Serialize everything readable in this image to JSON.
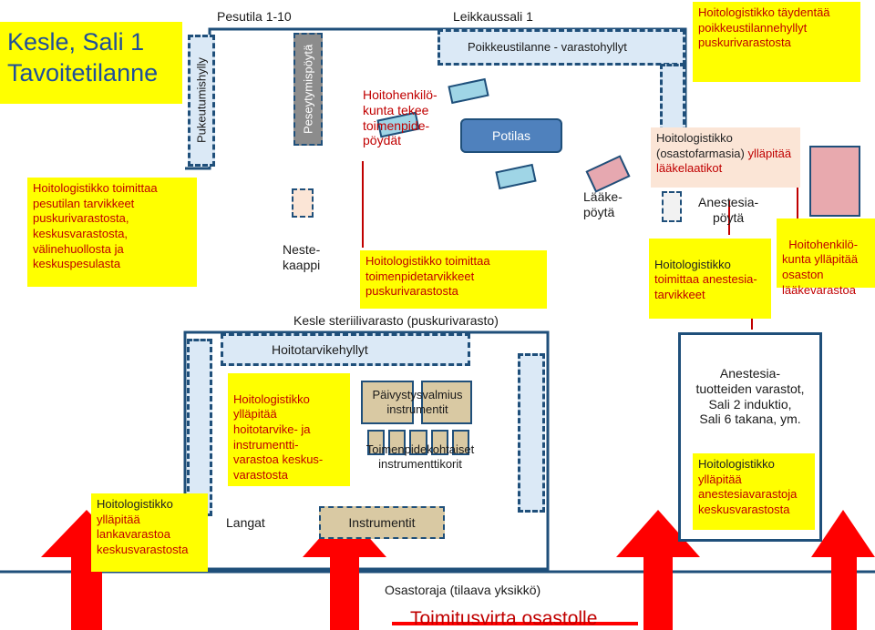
{
  "title": "Kesle, Sali 1 Tavoitetilanne",
  "zones": {
    "pesutila": "Pesutila 1-10",
    "leikkaussali": "Leikkaussali 1",
    "pukeutumishylly": "Pukeutumishylly",
    "pesey": "Peseytymispöytä",
    "poikkeustilanne": "Poikkeustilanne - varastohyllyt",
    "potilas": "Potilas",
    "laakepoyta": "Lääke-\npöytä",
    "anestesiapoyta": "Anestesia-\npöytä",
    "nestekaappi": "Neste-\nkaappi",
    "steriili": "Kesle steriilivarasto (puskurivarasto)",
    "hoitotarvikehyllyt": "Hoitotarvikehyllyt",
    "paivystys": "Päivystysvalmius instrumentit",
    "toimenpide_kori": "Toimenpidekohtaiset instrumenttikorit",
    "langat": "Langat",
    "instrumentit": "Instrumentit",
    "osastoraja": "Osastoraja (tilaava yksikkö)",
    "toimitusvirta": "Toimitusvirta osastolle",
    "anestesia_varastot": "Anestesia-\ntuotteiden varastot,\nSali 2 induktio,\nSali 6 takana, ym."
  },
  "notes": {
    "pesutila_note_red": "Hoitologistikko toimittaa",
    "pesutila_note_dark": "pesutilan tarvikkeet puskurivarastosta, keskusvarastosta, välinehuollosta ja keskuspesulasta",
    "hoitohenkilokunta_tekee": "Hoitohenkilö-\nkunta tekee\ntoimenpide-\npöydät",
    "toimenpidetarvikkeet": "Hoitologistikko toimittaa toimenpidetarvikkeet puskurivarastosta",
    "taydentaa": "Hoitologistikko täydentää poikkeustilannehyllyt puskurivarastosta",
    "osastofarmasia_dark": "Hoitologistikko (osastofarmasia)",
    "osastofarmasia_red": "ylläpitää lääkelaatikot",
    "anestesiatarvikkeet_dark": "Hoitologistikko",
    "anestesiatarvikkeet_red": "toimittaa anestesia-\ntarvikkeet",
    "laakevarasto": "Hoitohenkilö-\nkunta ylläpitää\nosaston\nlääkevarastoa",
    "hoitotarvike_varasto": "Hoitologistikko ylläpitää hoitotarvike- ja instrumentti-\nvarastoa keskus-\nvarastosta",
    "lankavarasto_dark": "Hoitologistikko",
    "lankavarasto_red": "ylläpitää lankavarastoa keskusvarastosta",
    "anestesiavarasto_dark": "Hoitologistikko",
    "anestesiavarasto_red": "ylläpitää anestesiavarastoja keskusvarastosta"
  },
  "colors": {
    "highlight": "#ffff00",
    "accent_red": "#c00000",
    "border_blue": "#1f4f7a",
    "title_blue": "#1f4f9a",
    "arrow_red": "#ff0000"
  }
}
